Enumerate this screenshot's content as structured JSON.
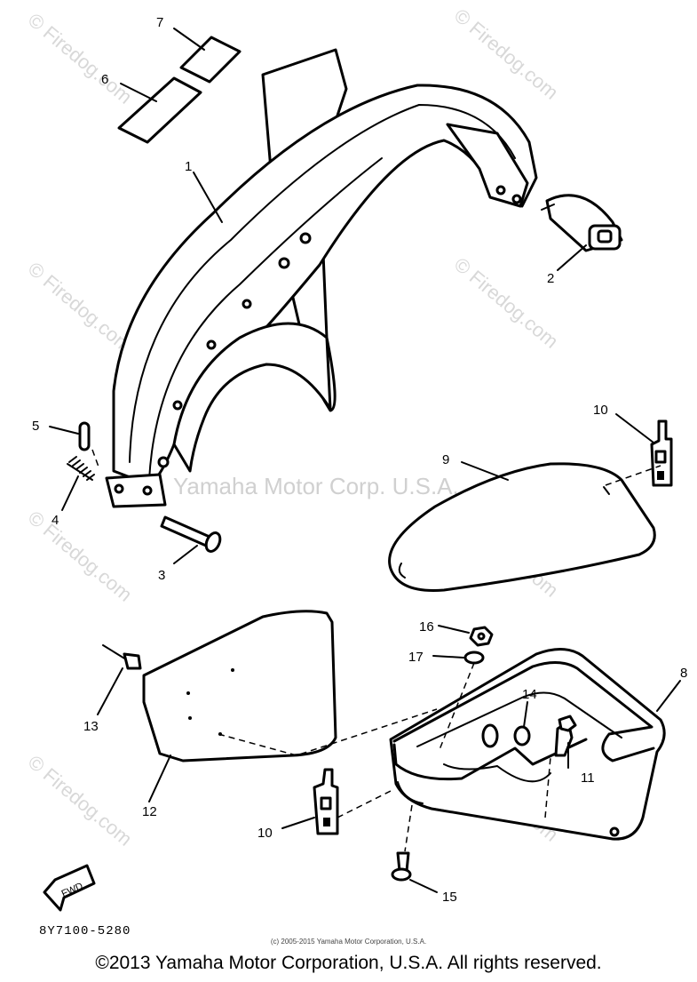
{
  "watermarks": {
    "firedog": "© Firedog.com",
    "center": "Yamaha Motor Corp. U.S.A."
  },
  "callouts": [
    {
      "id": "7",
      "label": "7"
    },
    {
      "id": "6",
      "label": "6"
    },
    {
      "id": "1",
      "label": "1"
    },
    {
      "id": "2",
      "label": "2"
    },
    {
      "id": "5",
      "label": "5"
    },
    {
      "id": "4",
      "label": "4"
    },
    {
      "id": "3",
      "label": "3"
    },
    {
      "id": "10a",
      "label": "10"
    },
    {
      "id": "9",
      "label": "9"
    },
    {
      "id": "16",
      "label": "16"
    },
    {
      "id": "17",
      "label": "17"
    },
    {
      "id": "8",
      "label": "8"
    },
    {
      "id": "14",
      "label": "14"
    },
    {
      "id": "13",
      "label": "13"
    },
    {
      "id": "11",
      "label": "11"
    },
    {
      "id": "12",
      "label": "12"
    },
    {
      "id": "10b",
      "label": "10"
    },
    {
      "id": "15",
      "label": "15"
    }
  ],
  "arrow_label": "FWD",
  "part_number_code": "8Y7100-5280",
  "small_copyright": "(c) 2005-2015 Yamaha Motor Corporation, U.S.A.",
  "footer_copyright": "©2013 Yamaha Motor Corporation, U.S.A. All rights reserved."
}
